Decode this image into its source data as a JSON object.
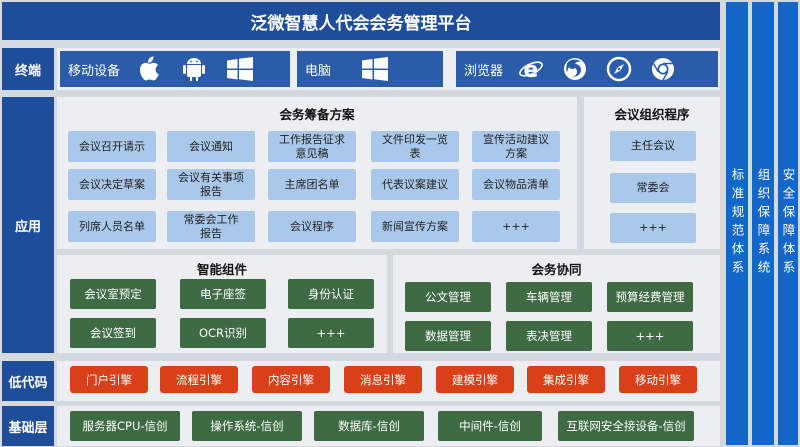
{
  "title": "泛微智慧人代会会务管理平台",
  "rows": {
    "terminal": "终端",
    "application": "应用",
    "lowcode": "低代码",
    "base": "基础层"
  },
  "terminal": {
    "mobile": "移动设备",
    "pc": "电脑",
    "browser": "浏览器",
    "mobile_icons": [
      "apple-icon",
      "android-icon",
      "windows-icon"
    ],
    "pc_icons": [
      "windows-icon"
    ],
    "browser_icons": [
      "ie-icon",
      "firefox-icon",
      "safari-icon",
      "chrome-icon"
    ]
  },
  "plan": {
    "title": "会务筹备方案",
    "rows": [
      [
        "会议召开请示",
        "会议通知",
        "工作报告征求\n意见稿",
        "文件印发一览\n表",
        "宣传活动建议\n方案"
      ],
      [
        "会议决定草案",
        "会议有关事项\n报告",
        "主席团名单",
        "代表议案建议",
        "会议物品清单"
      ],
      [
        "列席人员名单",
        "常委会工作\n报告",
        "会议程序",
        "新闻宣传方案",
        "+++"
      ]
    ]
  },
  "org": {
    "title": "会议组织程序",
    "items": [
      "主任会议",
      "常委会",
      "+++"
    ]
  },
  "smart": {
    "title": "智能组件",
    "rows": [
      [
        "会议室预定",
        "电子座签",
        "身份认证"
      ],
      [
        "会议签到",
        "OCR识别",
        "+++"
      ]
    ]
  },
  "collab": {
    "title": "会务协同",
    "rows": [
      [
        "公文管理",
        "车辆管理",
        "预算经费管理"
      ],
      [
        "数据管理",
        "表决管理",
        "+++"
      ]
    ]
  },
  "engines": [
    "门户引擎",
    "流程引擎",
    "内容引擎",
    "消息引擎",
    "建模引擎",
    "集成引擎",
    "移动引擎"
  ],
  "base": [
    "服务器CPU-信创",
    "操作系统-信创",
    "数据库-信创",
    "中间件-信创",
    "互联网安全接设备-信创"
  ],
  "side": [
    "标准规范体系",
    "组织保障系统",
    "安全保障体系"
  ],
  "colors": {
    "header": "#1e4d9b",
    "side": "#1367c9",
    "light": "#aac8ea",
    "green": "#3e6b43",
    "red": "#d9401a"
  }
}
